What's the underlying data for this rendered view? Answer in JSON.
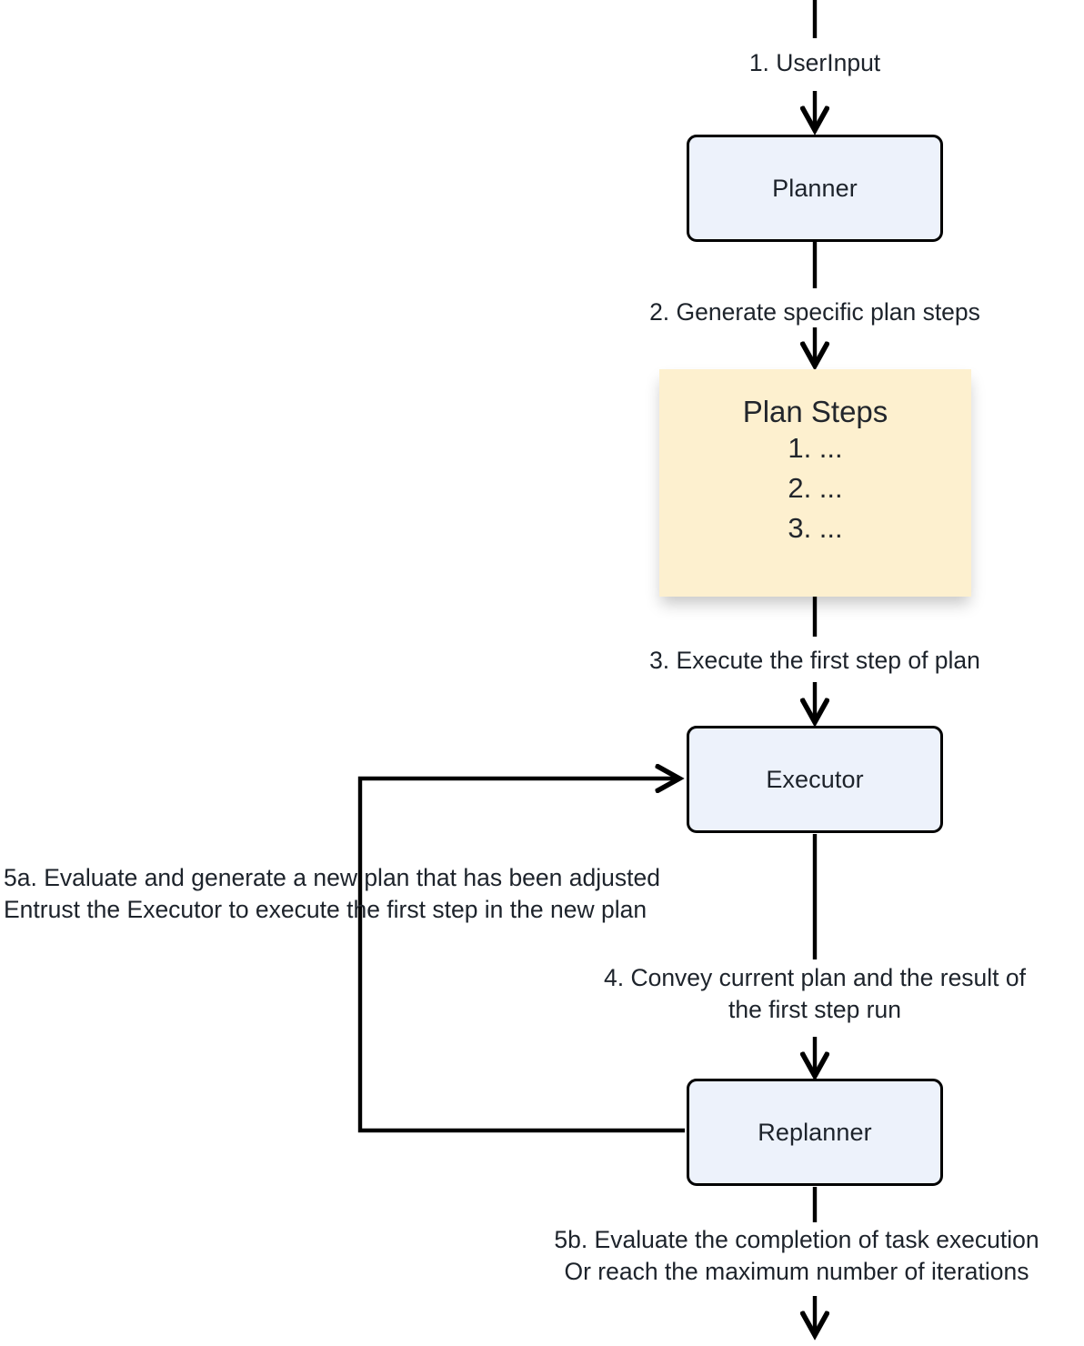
{
  "diagram": {
    "title": "Plan-and-Execute agent flow",
    "type": "flowchart",
    "colors": {
      "process_fill": "#edf2fb",
      "process_stroke": "#000000",
      "note_fill": "#fdf0cf",
      "text": "#1d232b",
      "edge": "#000000",
      "background": "#ffffff"
    }
  },
  "nodes": {
    "planner": {
      "label": "Planner",
      "shape": "rounded-rectangle"
    },
    "plan_steps": {
      "title": "Plan Steps",
      "items": [
        "1. ...",
        "2. ...",
        "3. ..."
      ],
      "shape": "note"
    },
    "executor": {
      "label": "Executor",
      "shape": "rounded-rectangle"
    },
    "replanner": {
      "label": "Replanner",
      "shape": "rounded-rectangle"
    }
  },
  "edges": {
    "user_input": "1. UserInput",
    "generate_plan": "2. Generate specific plan steps",
    "execute_first": "3. Execute the first step of plan",
    "convey_result": "4. Convey current plan and the result of\nthe first step run",
    "replan_loop": "5a. Evaluate and generate a new plan that has been adjusted\nEntrust the Executor to execute the first step in the new plan",
    "finish": "5b. Evaluate the completion of task execution\nOr reach the maximum number of iterations"
  }
}
